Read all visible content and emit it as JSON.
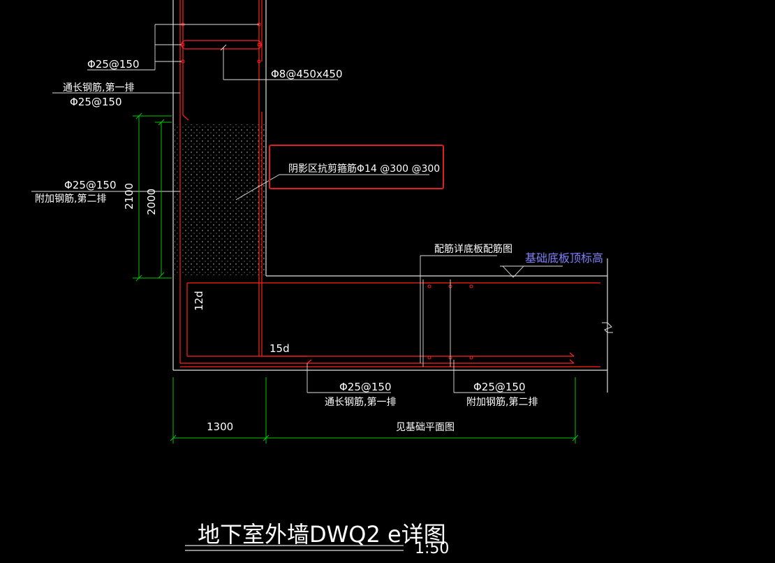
{
  "drawing": {
    "title": "地下室外墙DWQ2 e详图",
    "scale": "1:50",
    "labels": {
      "wall_bar_outer": "Φ25@150",
      "tie_bar": "Φ8@450x450",
      "continuous_bar_first_row": "通长钢筋,第一排",
      "wall_bar_inner": "Φ25@150",
      "shadow_zone_shear": "阴影区抗剪箍筋Φ14 @300 @300",
      "added_bar_wall": "Φ25@150",
      "added_bar_second_row": "附加钢筋,第二排",
      "dim_2100": "2100",
      "dim_2000": "2000",
      "dim_12d": "12d",
      "dim_15d": "15d",
      "slab_reinf_ref": "配筋详底板配筋图",
      "slab_top_elev": "基础底板顶标高",
      "bottom_bar_left": "Φ25@150",
      "bottom_continuous": "通长钢筋,第一排",
      "bottom_bar_right": "Φ25@150",
      "bottom_added": "附加钢筋,第二排",
      "dim_1300": "1300",
      "see_plan": "见基础平面图"
    },
    "colors": {
      "background": "#000000",
      "outline": "#ffffff",
      "rebar": "#ff2020",
      "dimension": "#00c800",
      "highlight_box": "#e02020",
      "elevation_text": "#8080ff"
    }
  }
}
